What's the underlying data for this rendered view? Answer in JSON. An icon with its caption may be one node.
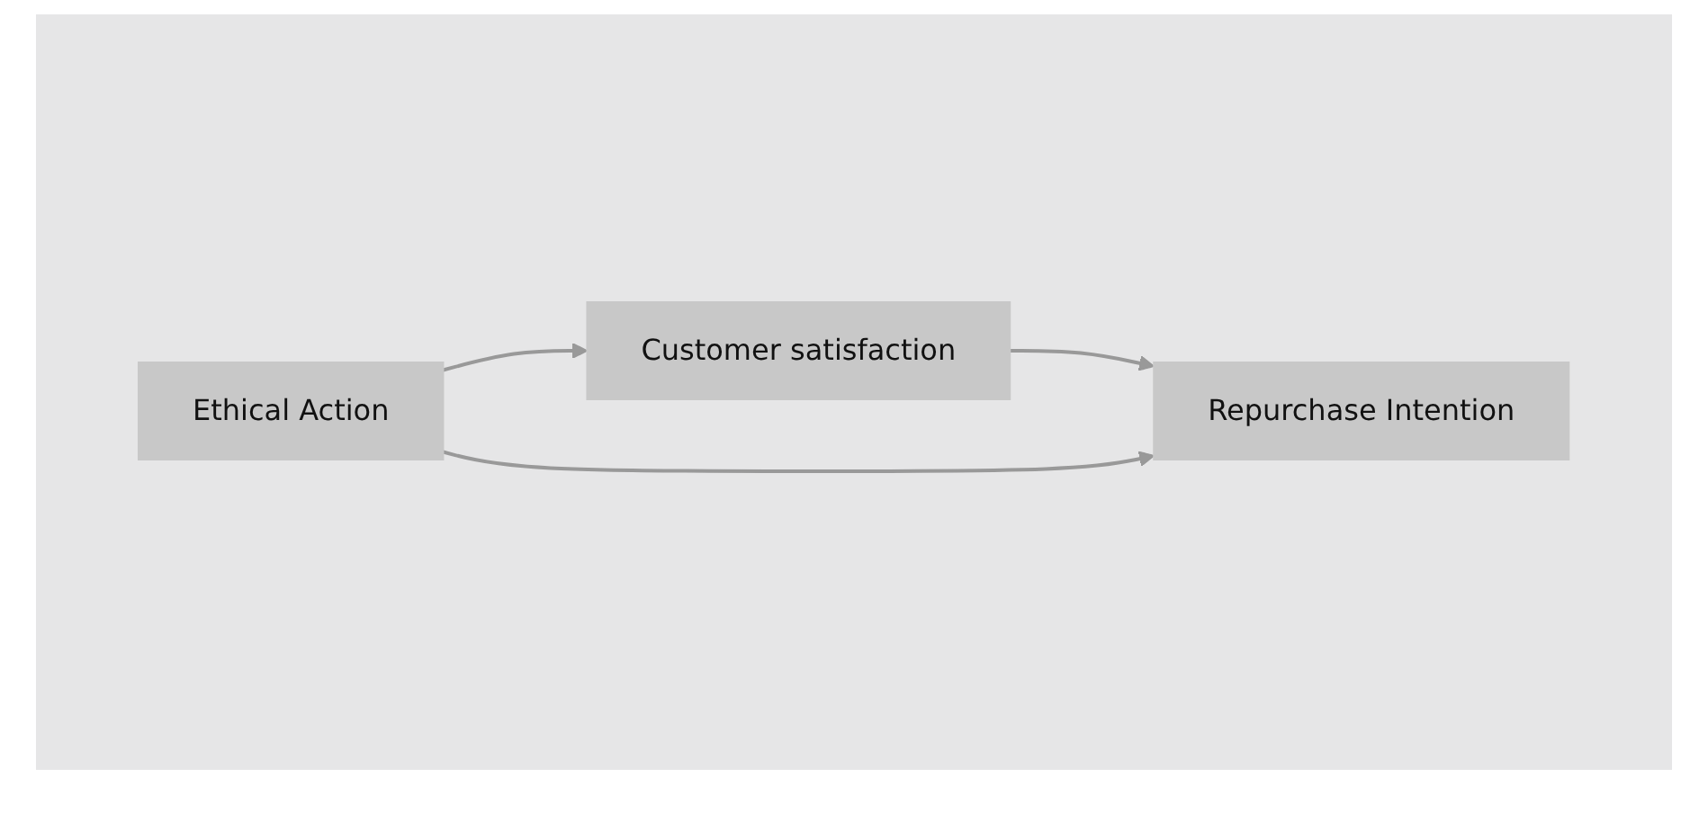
{
  "diagram": {
    "nodes": [
      {
        "text": [
          "Customer satisfaction"
        ]
      },
      {
        "text": [
          "Ethical Action"
        ]
      },
      {
        "text": [
          "Repurchase Intention"
        ]
      }
    ],
    "edges": [
      {
        "from": 1,
        "to": 0,
        "arrow": "to"
      },
      {
        "from": 0,
        "to": 2,
        "arrow": "to"
      },
      {
        "from": 1,
        "to": 2,
        "arrow": "to"
      }
    ]
  }
}
